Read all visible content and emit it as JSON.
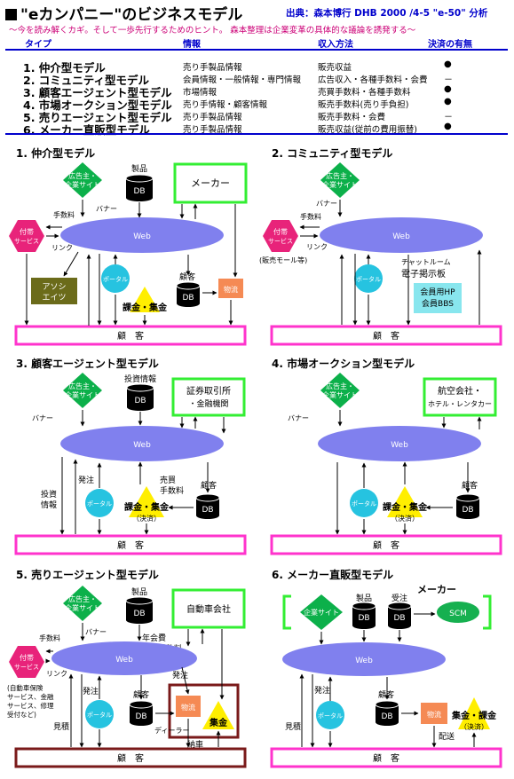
{
  "header": {
    "title": "\"eカンパニー\"のビジネスモデル",
    "source": "出典：森本博行 DHB 2000 /4-5 \"e-50\" 分析",
    "subtitle": "～今を読み解くカギ。そして一歩先行するためのヒント。 森本整理は企業変革の具体的な議論を誘発する～"
  },
  "table": {
    "headers": [
      "タイプ",
      "情報",
      "収入方法",
      "決済の有無"
    ],
    "rows": [
      {
        "name": "1. 仲介型モデル",
        "info": "売り手製品情報",
        "revenue": "販売収益",
        "settle": "●"
      },
      {
        "name": "2. コミュニティ型モデル",
        "info": "会員情報・一般情報・専門情報",
        "revenue": "広告収入・各種手数料・会費",
        "settle": "－"
      },
      {
        "name": "3. 顧客エージェント型モデル",
        "info": "市場情報",
        "revenue": "売買手数料・各種手数料",
        "settle": "●"
      },
      {
        "name": "4. 市場オークション型モデル",
        "info": "売り手情報・顧客情報",
        "revenue": "販売手数料(売り手負担)",
        "settle": "●"
      },
      {
        "name": "5. 売りエージェント型モデル",
        "info": "売り手製品情報",
        "revenue": "販売手数料・会費",
        "settle": "－"
      },
      {
        "name": "6. メーカー直販型モデル",
        "info": "売り手製品情報",
        "revenue": "販売収益(従前の費用振替)",
        "settle": "●"
      }
    ]
  },
  "panels": {
    "p1": {
      "title": "1. 仲介型モデル",
      "ad": [
        "広告主・",
        "企業サイト"
      ],
      "product": "製品",
      "db": "DB",
      "maker": "メーカー",
      "banner": "バナー",
      "fee": "手数料",
      "service": [
        "付帯",
        "サービス"
      ],
      "link": "リンク",
      "web": "Web",
      "affiliate": [
        "アソシ",
        "エイツ"
      ],
      "portal": "ポータル",
      "customer_db": "顧客",
      "logistics": "物流",
      "settle": "課金・集金",
      "customers": "顧　客"
    },
    "p2": {
      "title": "2. コミュニティ型モデル",
      "ad": [
        "広告主・",
        "企業サイト"
      ],
      "banner": "バナー",
      "fee": "手数料",
      "service": [
        "付帯",
        "サービス"
      ],
      "link": "リンク",
      "mall": "(販売モール等)",
      "web": "Web",
      "portal": "ポータル",
      "chat": [
        "チャットルーム",
        "電子掲示板"
      ],
      "bbs": [
        "会員用HP",
        "会員BBS"
      ],
      "customers": "顧　客"
    },
    "p3": {
      "title": "3. 顧客エージェント型モデル",
      "ad": [
        "広告主・",
        "企業サイト"
      ],
      "invest_info": "投資情報",
      "db": "DB",
      "broker": [
        "証券取引所",
        "・金融機関"
      ],
      "banner": "バナー",
      "web": "Web",
      "order": "発注",
      "trade_fee": [
        "売買",
        "手数料"
      ],
      "customer_db": "顧客",
      "invest_info2": [
        "投資",
        "情報"
      ],
      "portal": "ポータル",
      "settle": [
        "課金・集金",
        "（決済）"
      ],
      "customers": "顧　客"
    },
    "p4": {
      "title": "4. 市場オークション型モデル",
      "ad": [
        "広告主・",
        "企業サイト"
      ],
      "airline": [
        "航空会社・",
        "ホテル・レンタカー"
      ],
      "banner": "バナー",
      "web": "Web",
      "customer_db": "顧客",
      "portal": "ポータル",
      "settle": [
        "課金・集金",
        "（決済）"
      ],
      "db": "DB",
      "customers": "顧　客"
    },
    "p5": {
      "title": "5. 売りエージェント型モデル",
      "ad": [
        "広告主・",
        "企業サイト"
      ],
      "product": "製品",
      "db": "DB",
      "automaker": "自動車会社",
      "banner": "バナー",
      "fee": "手数料",
      "annual": [
        "年会費",
        "販売手数料"
      ],
      "service": [
        "付帯",
        "サービス"
      ],
      "link": "リンク",
      "extra": [
        "(自動車保険",
        "サービス、金融",
        "サービス、修理",
        "受付など)"
      ],
      "web": "Web",
      "order": "発注",
      "order2": "発注",
      "customer_db": "顧客",
      "portal": "ポータル",
      "logistics": "物流",
      "collect": "集金",
      "dealer": "ディーラー",
      "estimate": "見積",
      "delivery": "納車",
      "customers": "顧　客"
    },
    "p6": {
      "title": "6. メーカー直販型モデル",
      "maker": "メーカー",
      "corp_site": "企業サイト",
      "product": "製品",
      "order_recv": "受注",
      "db": "DB",
      "scm": "SCM",
      "web": "Web",
      "order": "発注",
      "customer_db": "顧客",
      "portal": "ポータル",
      "logistics": "物流",
      "settle": [
        "集金・課金",
        "（決済）"
      ],
      "estimate": "見積",
      "delivery": "配送",
      "customers": "顧　客"
    }
  },
  "colors": {
    "ad": "#0cb04a",
    "service": "#e8237a",
    "web": "#8080ee",
    "portal": "#26c3e0",
    "settle": "#ffee00",
    "logistics": "#f58a54",
    "affiliate": "#6b6b1a",
    "bbs": "#88e6ee",
    "scm": "#16b050",
    "frame": "#33ee33",
    "customer": "#ff33cc",
    "dark_frame": "#7a1a1a"
  }
}
